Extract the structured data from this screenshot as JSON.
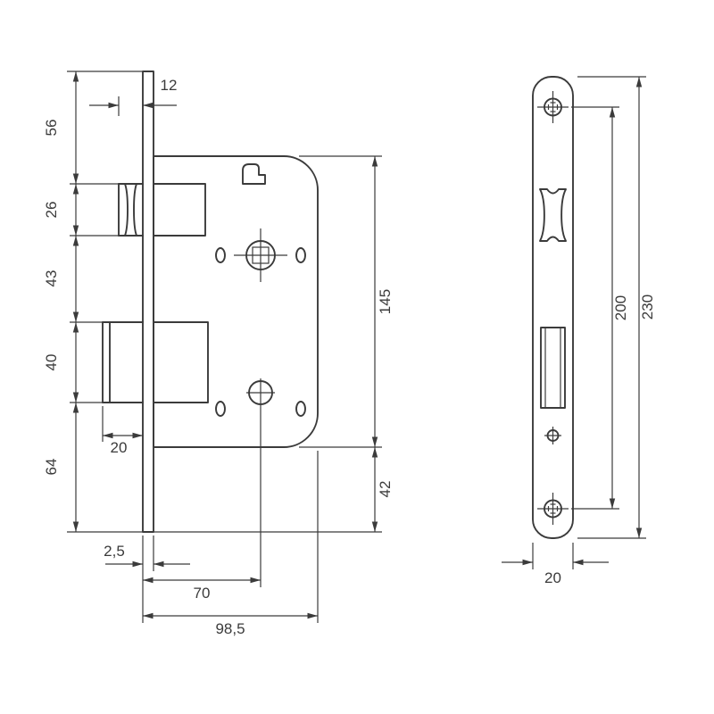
{
  "drawing": {
    "line_color": "#3b3b3b",
    "background": "#ffffff",
    "side_view": {
      "dims": {
        "latch_projection": "12",
        "top_to_latch": "56",
        "latch_height": "26",
        "latch_to_deadbolt": "43",
        "deadbolt_height": "40",
        "deadbolt_to_bottom": "64",
        "deadbolt_throw": "20",
        "case_height": "145",
        "case_bottom_to_plate_bottom": "42",
        "plate_thickness": "2,5",
        "backset": "70",
        "case_depth": "98,5"
      }
    },
    "front_view": {
      "dims": {
        "screw_centers": "200",
        "plate_height": "230",
        "plate_width": "20"
      }
    }
  }
}
